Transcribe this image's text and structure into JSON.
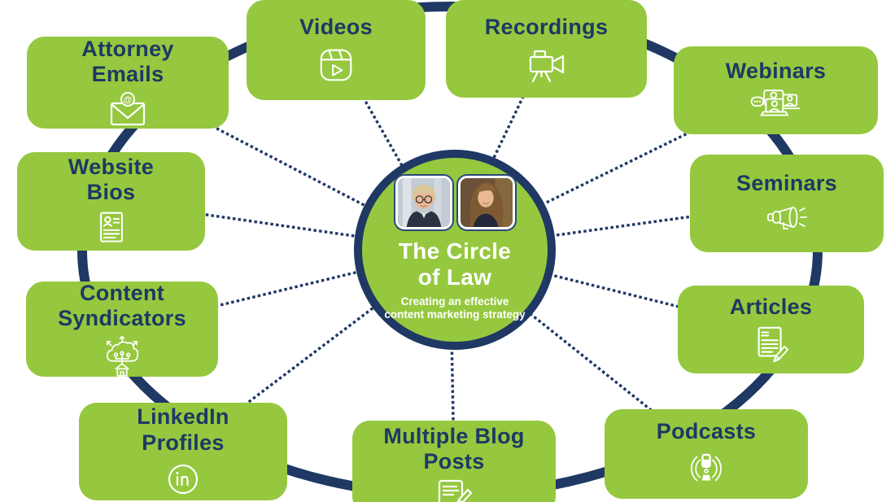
{
  "colors": {
    "green": "#95c83e",
    "navy": "#1f3864",
    "white": "#ffffff"
  },
  "center": {
    "title_line1": "The Circle",
    "title_line2": "of Law",
    "subtitle": "Creating an effective content marketing strategy",
    "photos": [
      "male-headshot",
      "female-headshot"
    ]
  },
  "nodes": [
    {
      "label": "Attorney Emails",
      "icon": "email-at-icon"
    },
    {
      "label": "Videos",
      "icon": "video-reel-icon"
    },
    {
      "label": "Recordings",
      "icon": "video-camera-icon"
    },
    {
      "label": "Webinars",
      "icon": "webinar-screens-icon"
    },
    {
      "label": "Seminars",
      "icon": "megaphone-icon"
    },
    {
      "label": "Articles",
      "icon": "article-pencil-icon"
    },
    {
      "label": "Podcasts",
      "icon": "podcast-mic-icon"
    },
    {
      "label": "Multiple Blog Posts",
      "icon": "blog-pencil-icon"
    },
    {
      "label": "LinkedIn Profiles",
      "icon": "linkedin-icon"
    },
    {
      "label": "Content Syndicators",
      "icon": "content-syndication-icon"
    },
    {
      "label": "Website Bios",
      "icon": "profile-document-icon"
    }
  ]
}
